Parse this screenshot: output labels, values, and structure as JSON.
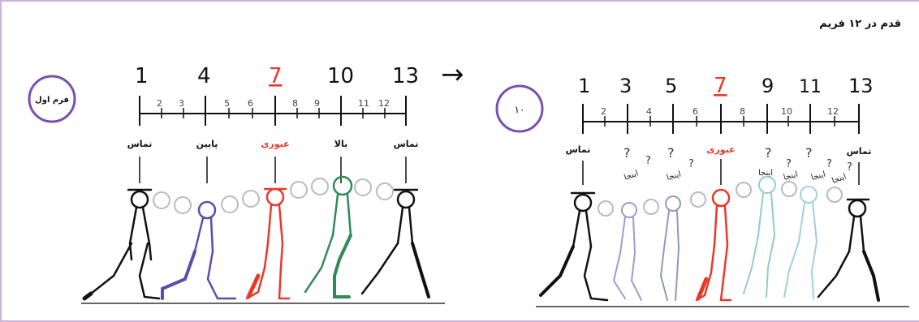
{
  "page_title": "قدم در ۱۲ فریم",
  "colors": {
    "frame_border": "#c9b3d8",
    "circle": "#7b4fb0",
    "black": "#111111",
    "red": "#e8392b",
    "blue": "#5a4fa8",
    "green": "#2f8a5a",
    "teal": "#7fc3c3",
    "ghost": "#b9b9c8"
  },
  "left_diagram": {
    "badge": "فرم اول",
    "key_numbers": [
      "1",
      "4",
      "7",
      "10",
      "13"
    ],
    "minor_numbers": [
      "2",
      "3",
      "5",
      "6",
      "8",
      "9",
      "11",
      "12"
    ],
    "labels": [
      "تماس",
      "پایین",
      "عبوری",
      "بالا",
      "تماس"
    ]
  },
  "arrow": "→",
  "right_diagram": {
    "badge": "۱۰",
    "key_numbers": [
      "1",
      "3",
      "5",
      "7",
      "9",
      "11",
      "13"
    ],
    "minor_numbers": [
      "2",
      "4",
      "6",
      "8",
      "10",
      "12"
    ],
    "labels": [
      "تماس",
      "عبوری",
      "تماس"
    ],
    "question_marks": [
      "?",
      "?",
      "?",
      "?",
      "?",
      "?",
      "?",
      "?",
      "?"
    ],
    "here_labels": [
      "اینجا",
      "اینجا",
      "اینجا",
      "اینجا",
      "اینجا",
      "اینجا"
    ]
  }
}
